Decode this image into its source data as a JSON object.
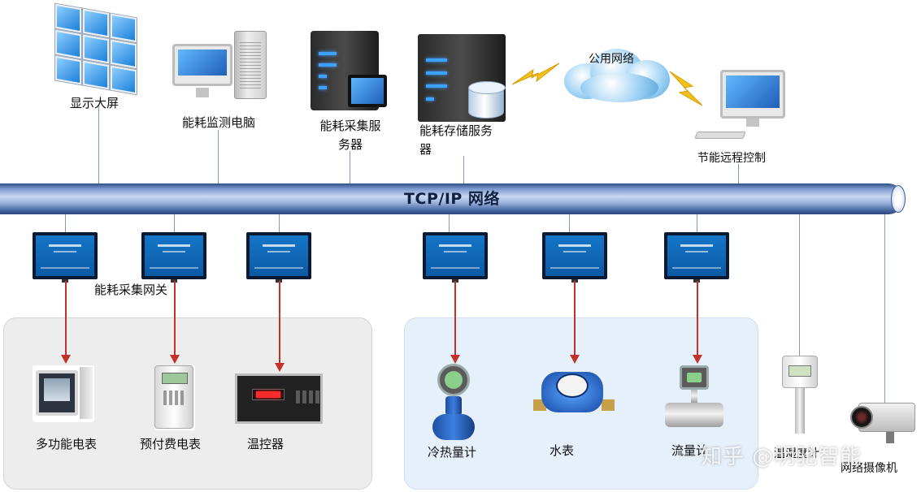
{
  "network": {
    "label": "TCP/IP 网络"
  },
  "top": {
    "display_wall": "显示大屏",
    "monitor_pc": "能耗监测电脑",
    "collect_server": "能耗采集服\n务器",
    "storage_server": "能耗存储服务\n器",
    "public_net": "公用网络",
    "remote_control": "节能远程控制"
  },
  "gateway": {
    "label": "能耗采集网关"
  },
  "devices": {
    "multi_meter": "多功能电表",
    "prepaid_meter": "预付费电表",
    "temp_controller": "温控器",
    "heat_meter": "冷热量计",
    "water_meter": "水表",
    "flow_meter": "流量计",
    "humidity_meter": "温湿度计",
    "camera": "网络摄像机"
  },
  "watermark": "知乎 @明驰智能",
  "colors": {
    "arrow": "#c4302b",
    "pipe": "#4a6aa3",
    "link": "#7f9bb8"
  }
}
